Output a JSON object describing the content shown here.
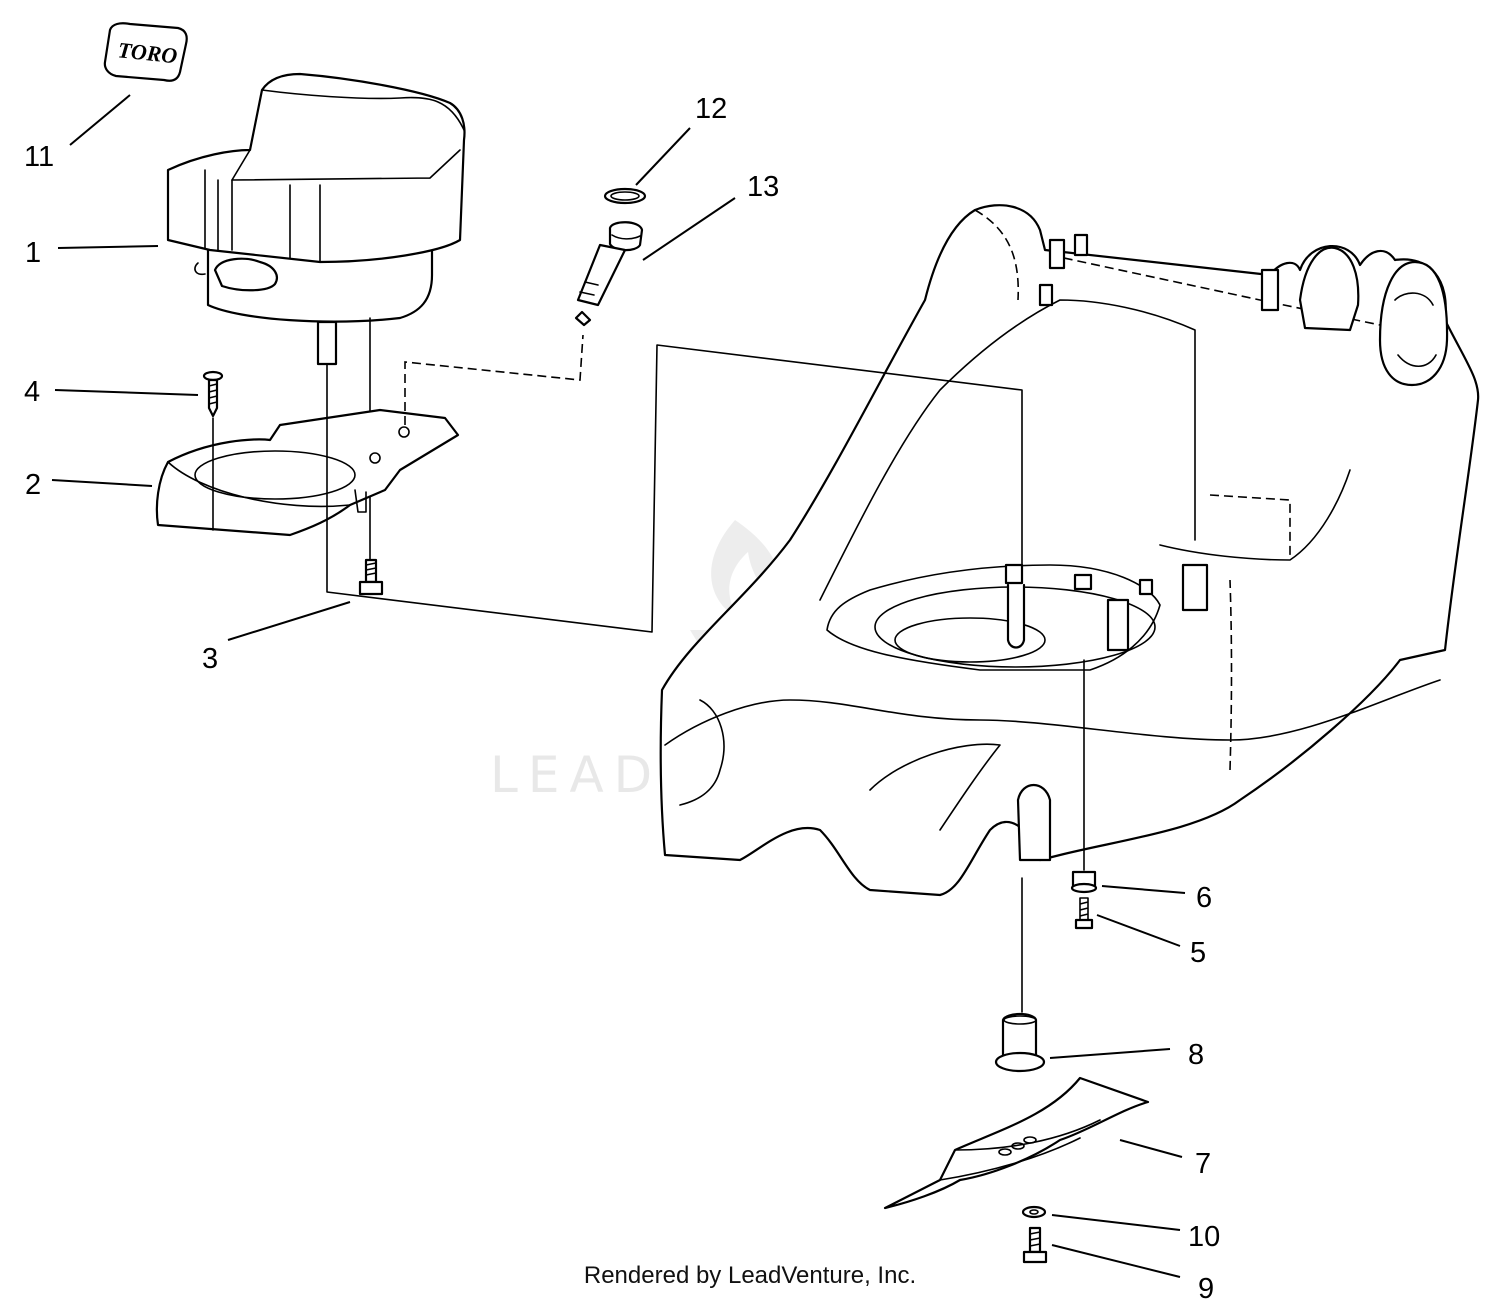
{
  "diagram": {
    "callouts": [
      {
        "id": "c1",
        "label": "1"
      },
      {
        "id": "c2",
        "label": "2"
      },
      {
        "id": "c3",
        "label": "3"
      },
      {
        "id": "c4",
        "label": "4"
      },
      {
        "id": "c5",
        "label": "5"
      },
      {
        "id": "c6",
        "label": "6"
      },
      {
        "id": "c7",
        "label": "7"
      },
      {
        "id": "c8",
        "label": "8"
      },
      {
        "id": "c9",
        "label": "9"
      },
      {
        "id": "c10",
        "label": "10"
      },
      {
        "id": "c11",
        "label": "11"
      },
      {
        "id": "c12",
        "label": "12"
      },
      {
        "id": "c13",
        "label": "13"
      }
    ],
    "decal_text": "TORO",
    "watermark": "LEADVENTURE",
    "credit": "Rendered by LeadVenture, Inc."
  }
}
